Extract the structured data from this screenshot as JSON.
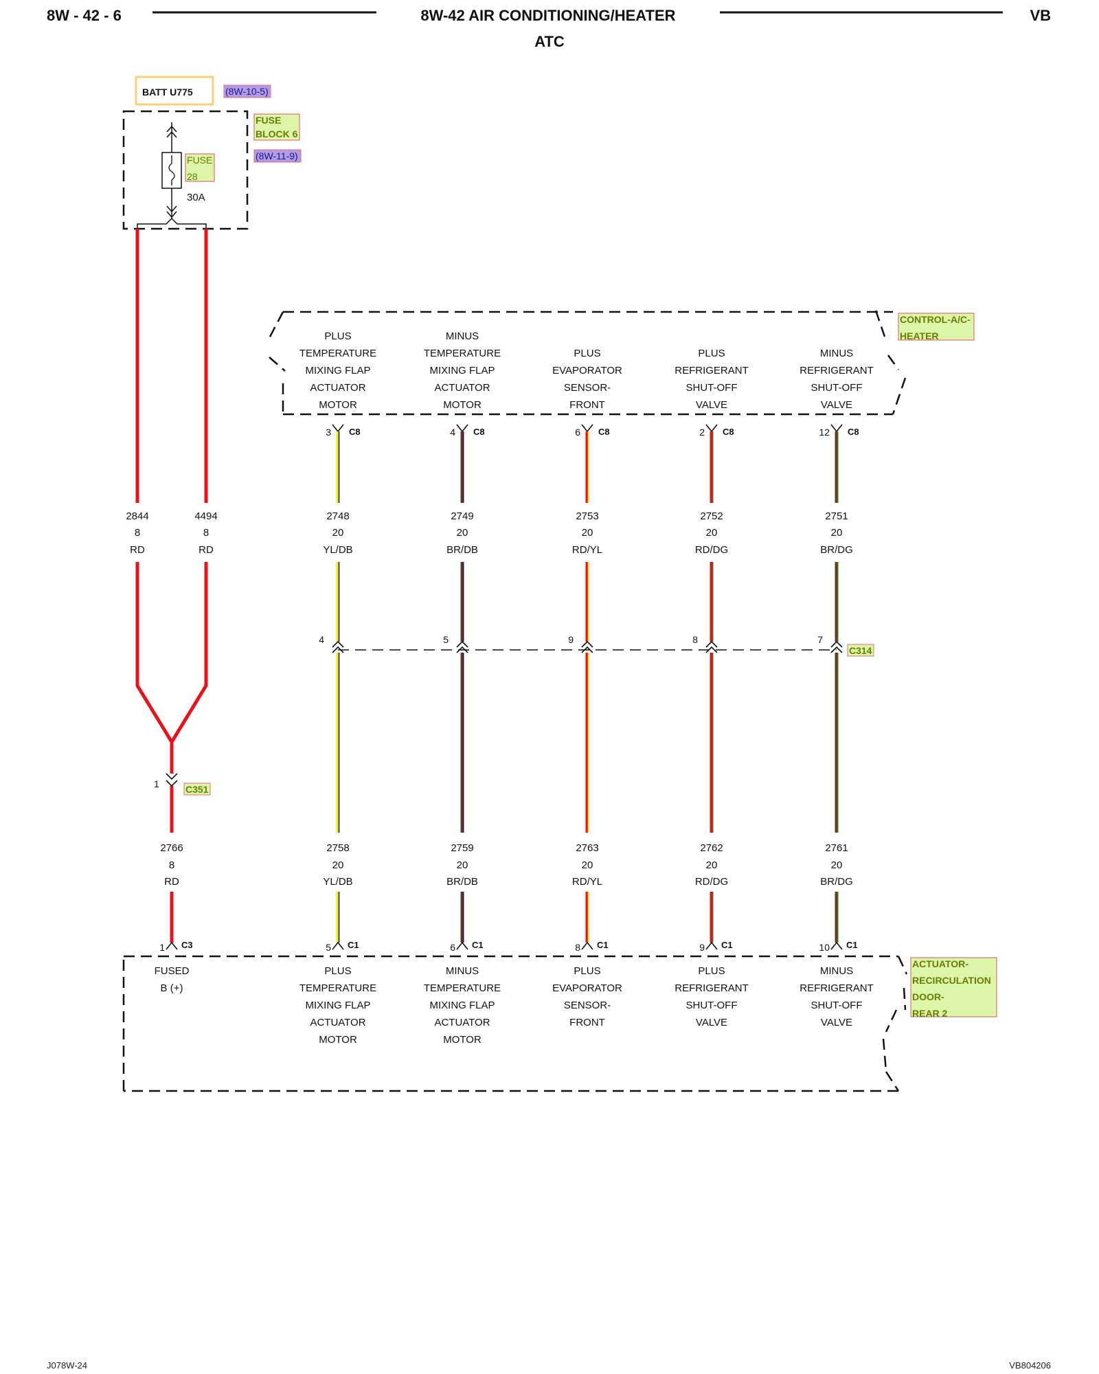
{
  "header": {
    "page_code": "8W - 42 - 6",
    "title": "8W-42 AIR CONDITIONING/HEATER",
    "subtitle": "ATC",
    "model": "VB"
  },
  "footer": {
    "left": "J078W-24",
    "right": "VB804206"
  },
  "power": {
    "source_label": "BATT U775",
    "source_ref": "(8W-10-5)",
    "fuse_block_line1": "FUSE",
    "fuse_block_line2": "BLOCK 6",
    "fuse_block_ref": "(8W-11-9)",
    "fuse_line1": "FUSE",
    "fuse_line2": "28",
    "fuse_rating": "30A"
  },
  "control_module": {
    "name_line1": "CONTROL-A/C-",
    "name_line2": "HEATER",
    "functions": [
      [
        "PLUS",
        "TEMPERATURE",
        "MIXING FLAP",
        "ACTUATOR",
        "MOTOR"
      ],
      [
        "MINUS",
        "TEMPERATURE",
        "MIXING FLAP",
        "ACTUATOR",
        "MOTOR"
      ],
      [
        "PLUS",
        "EVAPORATOR",
        "SENSOR-",
        "FRONT"
      ],
      [
        "PLUS",
        "REFRIGERANT",
        "SHUT-OFF",
        "VALVE"
      ],
      [
        "MINUS",
        "REFRIGERANT",
        "SHUT-OFF",
        "VALVE"
      ]
    ],
    "pins": [
      {
        "pin": "3",
        "connector": "C8"
      },
      {
        "pin": "4",
        "connector": "C8"
      },
      {
        "pin": "6",
        "connector": "C8"
      },
      {
        "pin": "2",
        "connector": "C8"
      },
      {
        "pin": "12",
        "connector": "C8"
      }
    ]
  },
  "upper_wires": [
    {
      "circuit": "2844",
      "gauge": "8",
      "color": "RD"
    },
    {
      "circuit": "4494",
      "gauge": "8",
      "color": "RD"
    },
    {
      "circuit": "2748",
      "gauge": "20",
      "color": "YL/DB"
    },
    {
      "circuit": "2749",
      "gauge": "20",
      "color": "BR/DB"
    },
    {
      "circuit": "2753",
      "gauge": "20",
      "color": "RD/YL"
    },
    {
      "circuit": "2752",
      "gauge": "20",
      "color": "RD/DG"
    },
    {
      "circuit": "2751",
      "gauge": "20",
      "color": "BR/DG"
    }
  ],
  "c314": {
    "label": "C314",
    "pins": [
      "4",
      "5",
      "9",
      "8",
      "7"
    ]
  },
  "c351": {
    "label": "C351",
    "pin": "1"
  },
  "lower_wires": [
    {
      "circuit": "2766",
      "gauge": "8",
      "color": "RD"
    },
    {
      "circuit": "2758",
      "gauge": "20",
      "color": "YL/DB"
    },
    {
      "circuit": "2759",
      "gauge": "20",
      "color": "BR/DB"
    },
    {
      "circuit": "2763",
      "gauge": "20",
      "color": "RD/YL"
    },
    {
      "circuit": "2762",
      "gauge": "20",
      "color": "RD/DG"
    },
    {
      "circuit": "2761",
      "gauge": "20",
      "color": "BR/DG"
    }
  ],
  "actuator": {
    "name_line1": "ACTUATOR-",
    "name_line2": "RECIRCULATION",
    "name_line3": "DOOR-",
    "name_line4": "REAR 2",
    "functions": [
      [
        "FUSED",
        "B (+)"
      ],
      [
        "PLUS",
        "TEMPERATURE",
        "MIXING FLAP",
        "ACTUATOR",
        "MOTOR"
      ],
      [
        "MINUS",
        "TEMPERATURE",
        "MIXING FLAP",
        "ACTUATOR",
        "MOTOR"
      ],
      [
        "PLUS",
        "EVAPORATOR",
        "SENSOR-",
        "FRONT"
      ],
      [
        "PLUS",
        "REFRIGERANT",
        "SHUT-OFF",
        "VALVE"
      ],
      [
        "MINUS",
        "REFRIGERANT",
        "SHUT-OFF",
        "VALVE"
      ]
    ],
    "pins": [
      {
        "pin": "1",
        "connector": "C3"
      },
      {
        "pin": "5",
        "connector": "C1"
      },
      {
        "pin": "6",
        "connector": "C1"
      },
      {
        "pin": "8",
        "connector": "C1"
      },
      {
        "pin": "9",
        "connector": "C1"
      },
      {
        "pin": "10",
        "connector": "C1"
      }
    ]
  },
  "colors": {
    "red": "#e8121a",
    "yellow": "#f2f200",
    "brown": "#6b3a1a",
    "green": "#3a7a1a",
    "tag_fill": "#dcf5a8",
    "tag_border": "#e07070",
    "ref_fill": "#b39ae8"
  }
}
